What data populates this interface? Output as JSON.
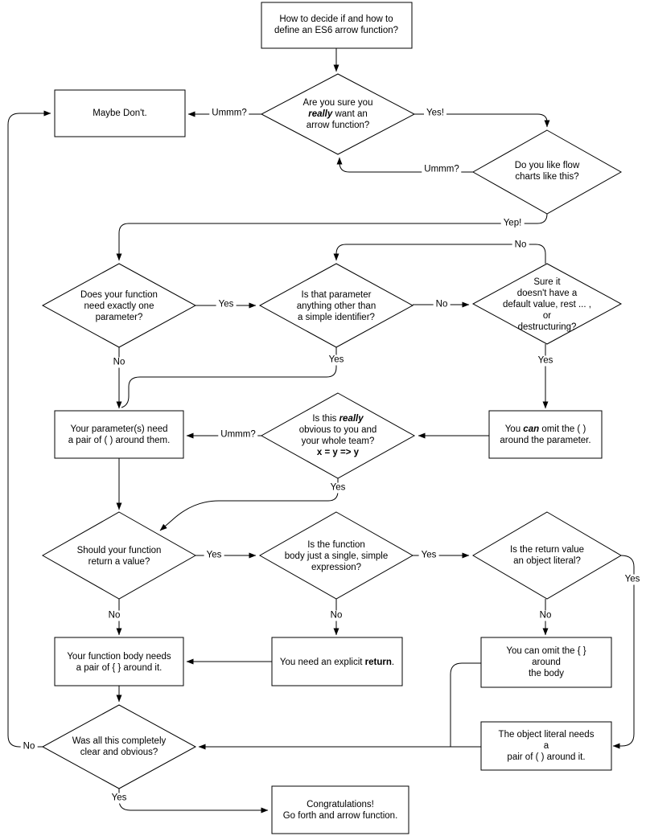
{
  "diagram": "ES6 arrow function decision flowchart",
  "colors": {
    "line": "#000000",
    "background": "#ffffff",
    "text": "#000000"
  },
  "nodes": {
    "start": {
      "text": "How to decide if and how to\ndefine an ES6 arrow function?"
    },
    "q_want": {
      "pre": "Are you sure you\n",
      "em": "really",
      "post": " want an\narrow function?"
    },
    "maybe_dont": {
      "text": "Maybe Don't."
    },
    "q_flow": {
      "text": "Do you like flow\ncharts like this?"
    },
    "q_one_param": {
      "text": "Does your function\nneed exactly one\nparameter?"
    },
    "q_other": {
      "text": "Is that parameter\nanything other than\na simple identifier?"
    },
    "q_sure": {
      "text": "Sure it\ndoesn't have a\ndefault value, rest ... , or\ndestructuring?"
    },
    "parens_need": {
      "text": "Your parameter(s) need\na pair of ( ) around them."
    },
    "q_obvious": {
      "pre": "Is this ",
      "em": "really",
      "mid": "\nobvious to you and\nyour whole team?\n",
      "code": "x = y => y"
    },
    "can_omit_paren": {
      "pre": "You ",
      "em": "can",
      "post": " omit the ( )\naround the parameter."
    },
    "q_return": {
      "text": "Should your function\nreturn a value?"
    },
    "q_single": {
      "text": "Is the function\nbody just a single, simple\nexpression?"
    },
    "q_object": {
      "text": "Is the return value\nan object literal?"
    },
    "body_braces": {
      "text": "Your function body needs\na pair of { } around it."
    },
    "explicit_return": {
      "pre": "You need an explicit ",
      "b": "return",
      "post": "."
    },
    "omit_braces": {
      "text": "You can omit the { } around\nthe body"
    },
    "q_clear": {
      "text": "Was all this completely\nclear and obvious?"
    },
    "object_parens": {
      "text": "The object literal needs a\npair of ( ) around it."
    },
    "congrats": {
      "text": "Congratulations!\nGo forth and arrow function."
    }
  },
  "edges": [
    {
      "from": "start",
      "to": "q_want",
      "label": ""
    },
    {
      "from": "q_want",
      "to": "maybe_dont",
      "label": "Ummm?"
    },
    {
      "from": "q_want",
      "to": "q_flow",
      "label": "Yes!"
    },
    {
      "from": "q_flow",
      "to": "q_want",
      "label": "Ummm?"
    },
    {
      "from": "q_flow",
      "to": "q_one_param",
      "label": "Yep!"
    },
    {
      "from": "q_sure",
      "to": "q_other",
      "label": "No"
    },
    {
      "from": "q_one_param",
      "to": "q_other",
      "label": "Yes"
    },
    {
      "from": "q_other",
      "to": "q_sure",
      "label": "No"
    },
    {
      "from": "q_one_param",
      "to": "parens_need",
      "label": "No"
    },
    {
      "from": "q_other",
      "to": "parens_need",
      "label": "Yes"
    },
    {
      "from": "q_sure",
      "to": "can_omit_paren",
      "label": "Yes"
    },
    {
      "from": "can_omit_paren",
      "to": "q_obvious",
      "label": ""
    },
    {
      "from": "q_obvious",
      "to": "parens_need",
      "label": "Ummm?"
    },
    {
      "from": "q_obvious",
      "to": "q_return",
      "label": "Yes"
    },
    {
      "from": "parens_need",
      "to": "q_return",
      "label": ""
    },
    {
      "from": "q_return",
      "to": "q_single",
      "label": "Yes"
    },
    {
      "from": "q_single",
      "to": "q_object",
      "label": "Yes"
    },
    {
      "from": "q_object",
      "to": "object_parens",
      "label": "Yes"
    },
    {
      "from": "q_return",
      "to": "body_braces",
      "label": "No"
    },
    {
      "from": "q_single",
      "to": "explicit_return",
      "label": "No"
    },
    {
      "from": "q_object",
      "to": "omit_braces",
      "label": "No"
    },
    {
      "from": "explicit_return",
      "to": "body_braces",
      "label": ""
    },
    {
      "from": "omit_braces",
      "to": "q_clear",
      "label": ""
    },
    {
      "from": "object_parens",
      "to": "q_clear",
      "label": ""
    },
    {
      "from": "body_braces",
      "to": "q_clear",
      "label": ""
    },
    {
      "from": "q_clear",
      "to": "maybe_dont",
      "label": "No"
    },
    {
      "from": "q_clear",
      "to": "congrats",
      "label": "Yes"
    }
  ]
}
